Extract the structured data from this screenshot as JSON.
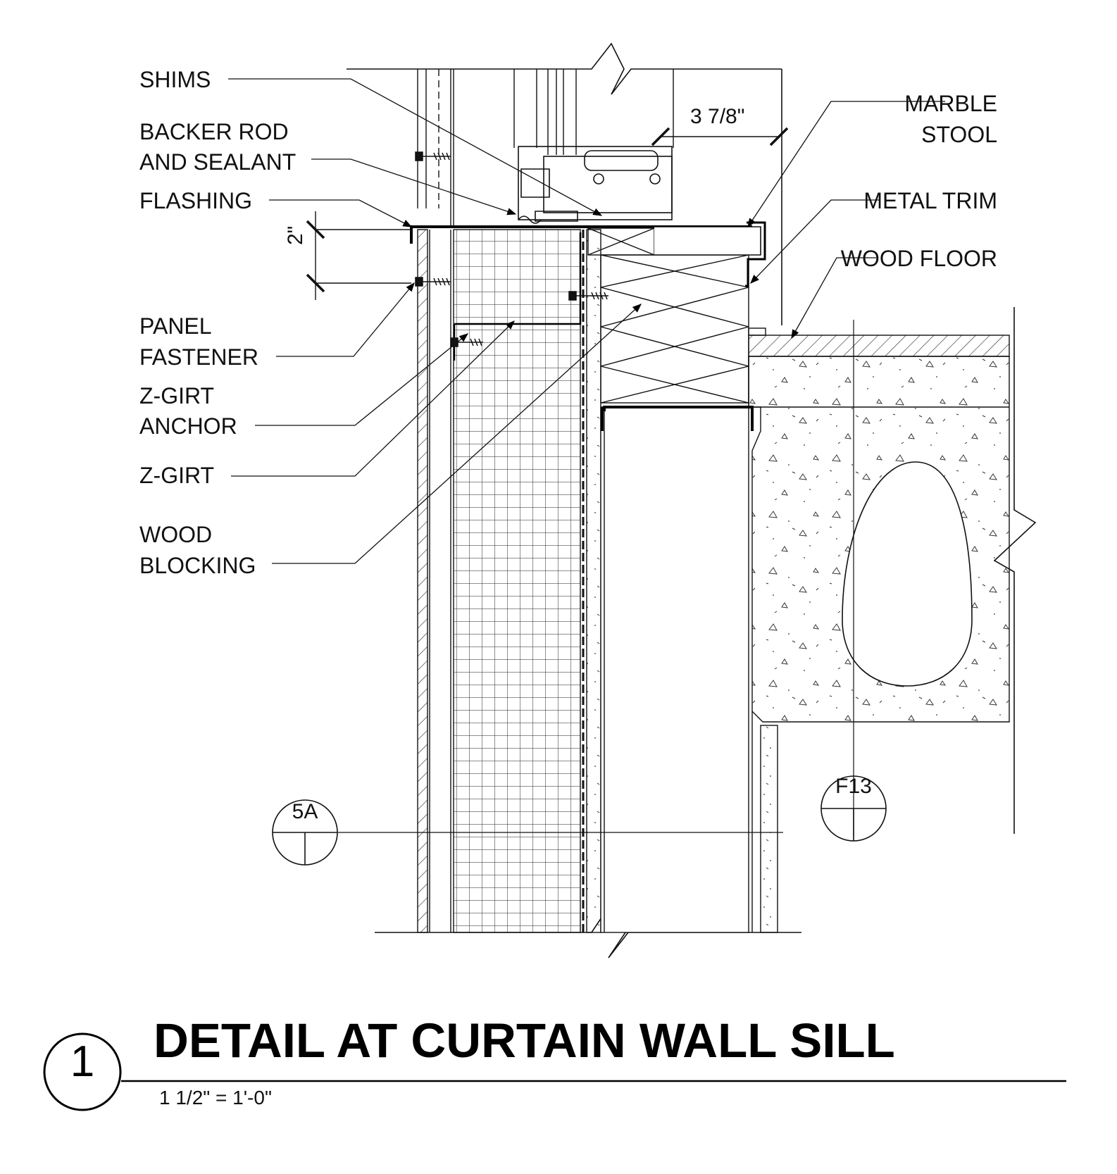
{
  "title": "DETAIL AT CURTAIN WALL SILL",
  "scale": "1 1/2\" = 1'-0\"",
  "detail_number": "1",
  "labels": {
    "shims": "SHIMS",
    "backer_rod_1": "BACKER ROD",
    "backer_rod_2": "AND SEALANT",
    "flashing": "FLASHING",
    "panel_fastener_1": "PANEL",
    "panel_fastener_2": "FASTENER",
    "zgirt_anchor_1": "Z-GIRT",
    "zgirt_anchor_2": "ANCHOR",
    "zgirt": "Z-GIRT",
    "wood_blocking_1": "WOOD",
    "wood_blocking_2": "BLOCKING",
    "marble_stool_1": "MARBLE",
    "marble_stool_2": "STOOL",
    "metal_trim": "METAL TRIM",
    "wood_floor": "WOOD FLOOR"
  },
  "dimensions": {
    "width": "3 7/8\"",
    "height": "2\""
  },
  "section_tags": {
    "left": "5A",
    "right": "F13"
  }
}
